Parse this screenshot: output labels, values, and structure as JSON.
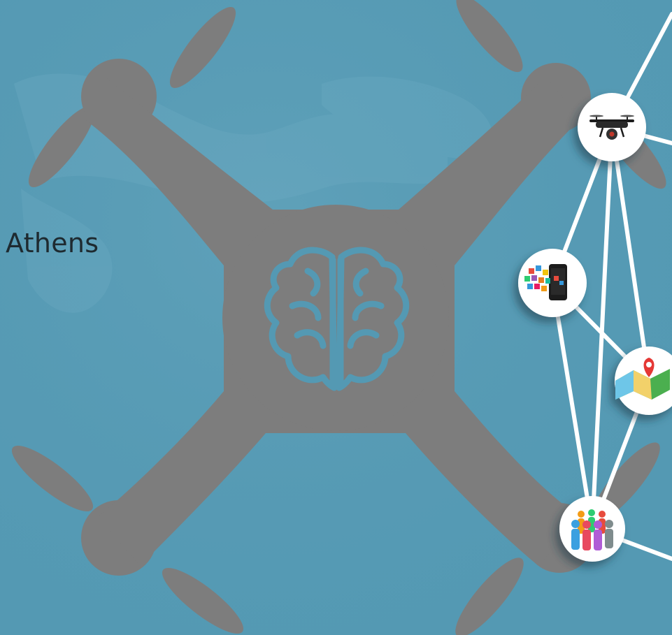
{
  "location_label": "Athens",
  "colors": {
    "background": "#5499b3",
    "drone_body": "#7d7d7d",
    "brain_outline": "#5499b3",
    "network_lines": "#ffffff"
  },
  "drone": {
    "center_icon": "brain-icon",
    "arm_count": 4,
    "propeller_count": 4
  },
  "network_nodes": [
    {
      "id": "drone",
      "icon": "drone-camera-icon"
    },
    {
      "id": "apps",
      "icon": "smartphone-apps-icon"
    },
    {
      "id": "map",
      "icon": "map-pin-icon"
    },
    {
      "id": "people",
      "icon": "crowd-icon"
    }
  ],
  "network_edges": [
    [
      "drone",
      "apps"
    ],
    [
      "drone",
      "map"
    ],
    [
      "drone",
      "people"
    ],
    [
      "apps",
      "map"
    ],
    [
      "apps",
      "people"
    ],
    [
      "map",
      "people"
    ]
  ]
}
